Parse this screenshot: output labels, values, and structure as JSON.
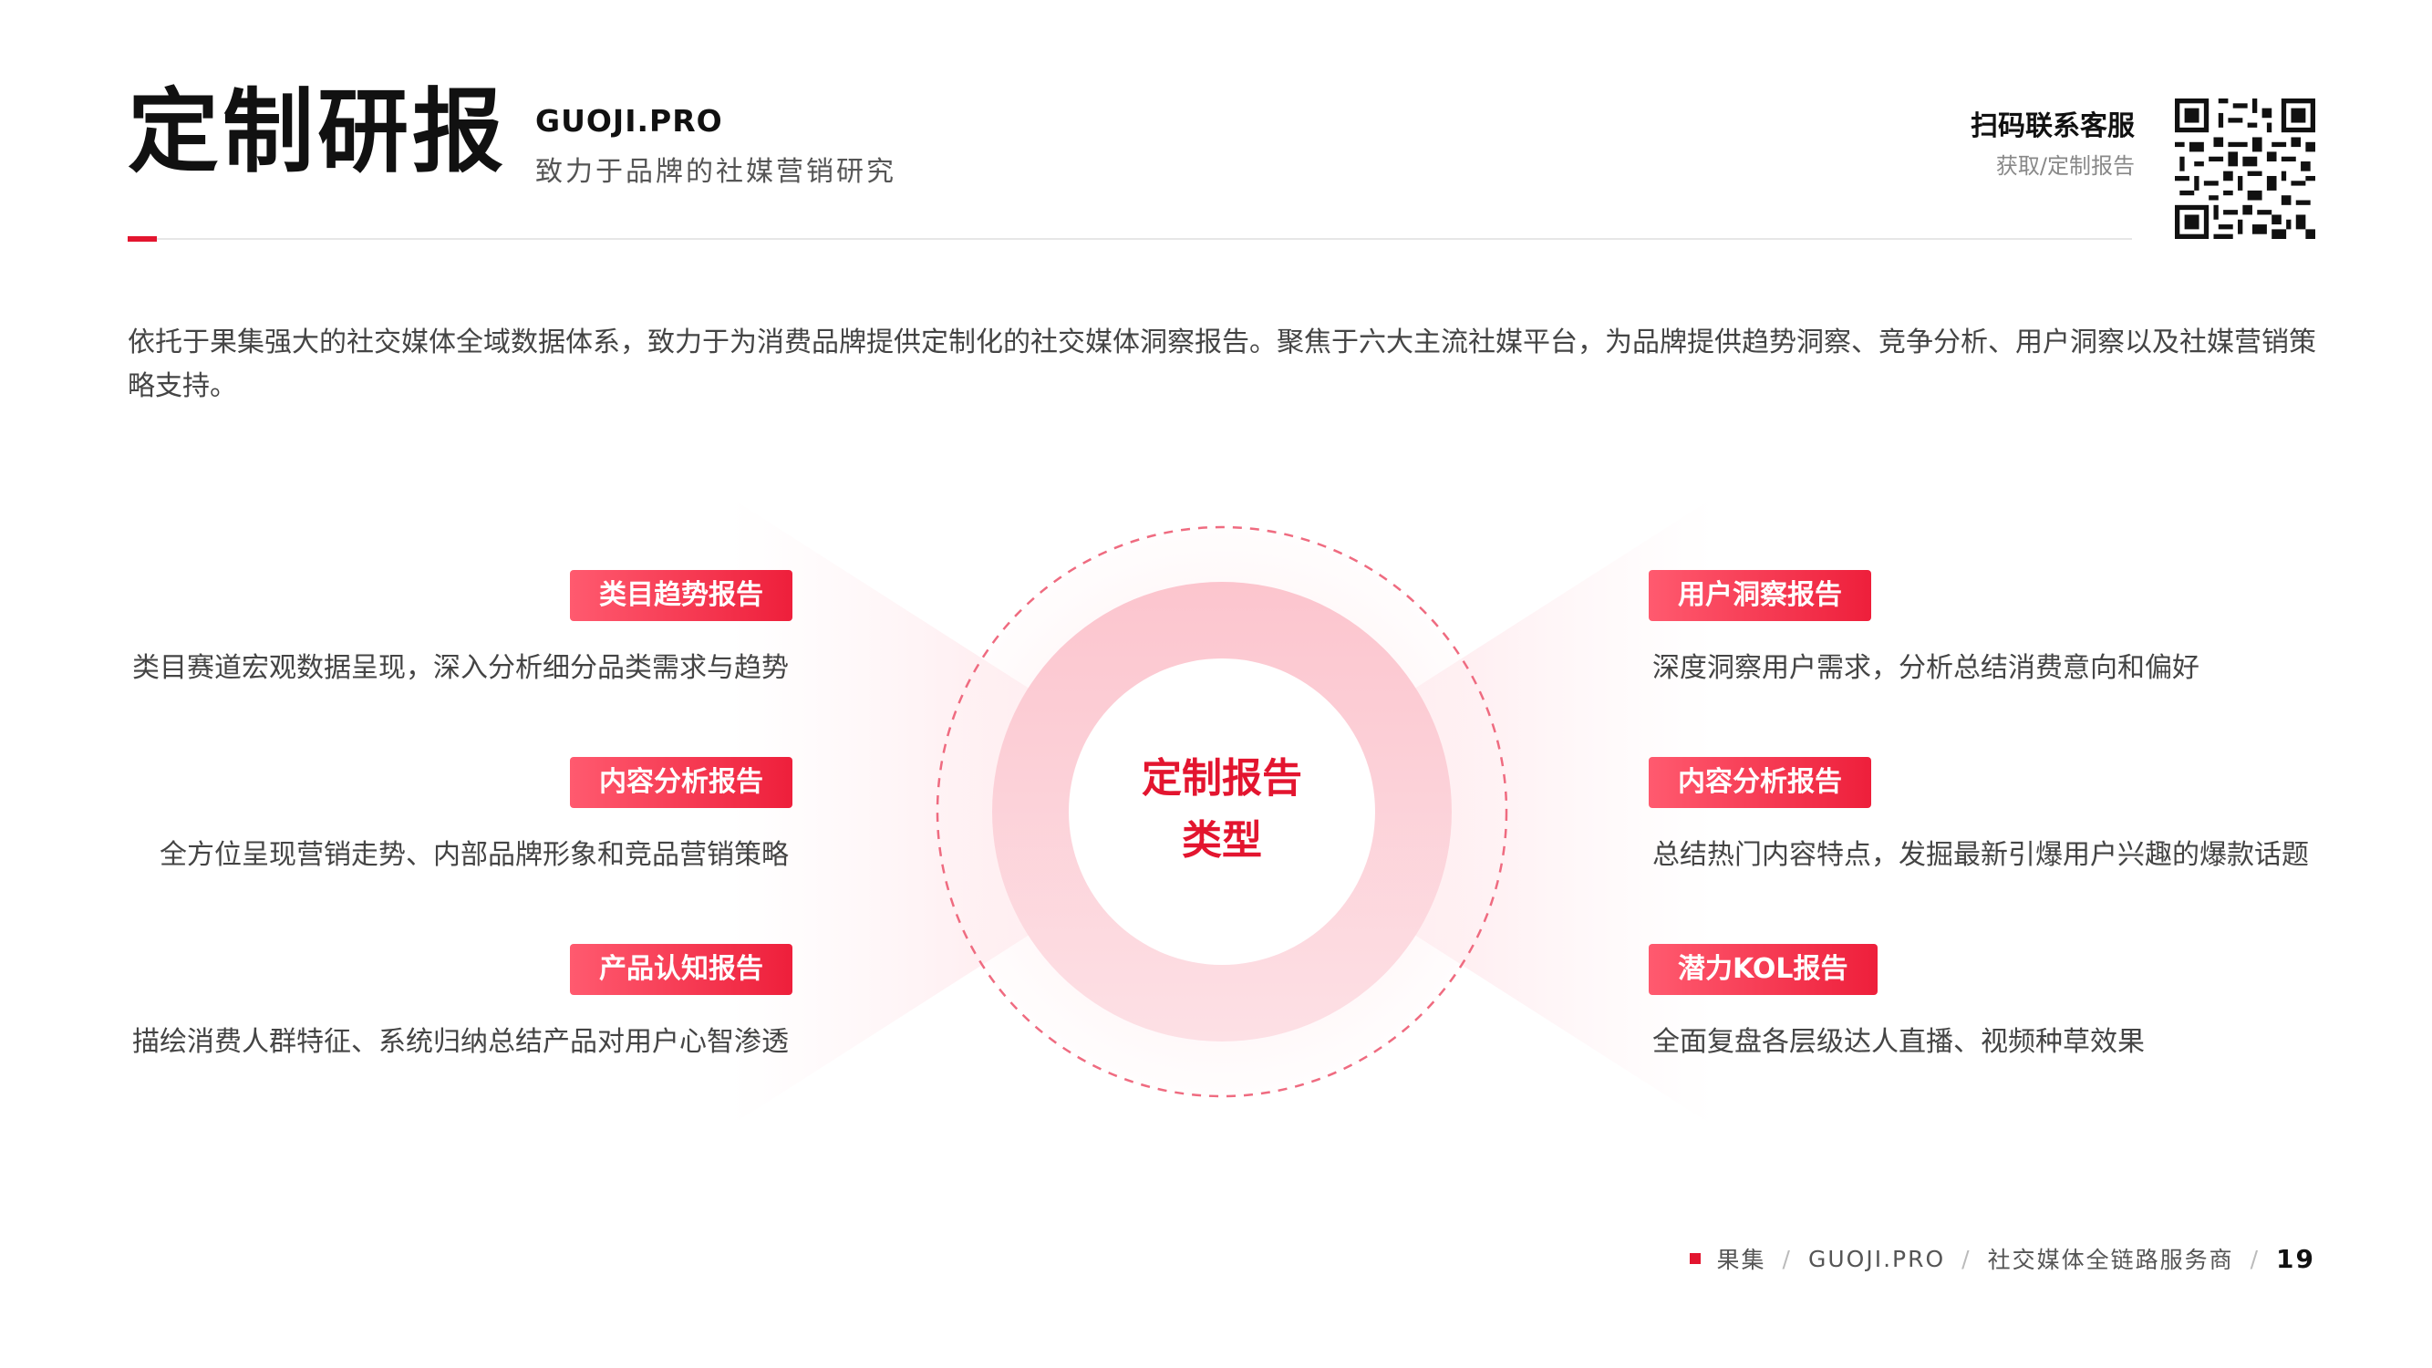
{
  "header": {
    "title": "定制研报",
    "brand": "GUOJI.PRO",
    "subtitle": "致力于品牌的社媒营销研究",
    "contact_title": "扫码联系客服",
    "contact_sub": "获取/定制报告"
  },
  "intro": "依托于果集强大的社交媒体全域数据体系，致力于为消费品牌提供定制化的社交媒体洞察报告。聚焦于六大主流社媒平台，为品牌提供趋势洞察、竞争分析、用户洞察以及社媒营销策略支持。",
  "center": {
    "line1": "定制报告",
    "line2": "类型"
  },
  "left_items": [
    {
      "tag": "类目趋势报告",
      "desc": "类目赛道宏观数据呈现，深入分析细分品类需求与趋势"
    },
    {
      "tag": "内容分析报告",
      "desc": "全方位呈现营销走势、内部品牌形象和竞品营销策略"
    },
    {
      "tag": "产品认知报告",
      "desc": "描绘消费人群特征、系统归纳总结产品对用户心智渗透"
    }
  ],
  "right_items": [
    {
      "tag": "用户洞察报告",
      "desc": "深度洞察用户需求，分析总结消费意向和偏好"
    },
    {
      "tag": "内容分析报告",
      "desc": "总结热门内容特点，发掘最新引爆用户兴趣的爆款话题"
    },
    {
      "tag": "潜力KOL报告",
      "desc": "全面复盘各层级达人直播、视频种草效果"
    }
  ],
  "footer": {
    "brand_cn": "果集",
    "site": "GUOJI.PRO",
    "slogan": "社交媒体全链路服务商",
    "page": "19"
  },
  "colors": {
    "accent": "#e3152f",
    "tag_start": "#ff5a6f",
    "tag_end": "#ee1f3b"
  }
}
